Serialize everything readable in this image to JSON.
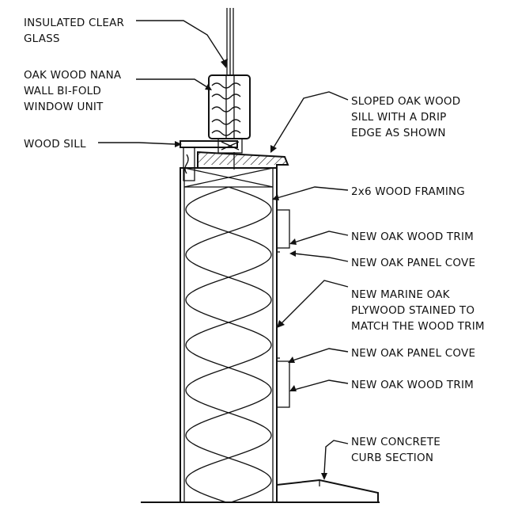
{
  "labels": {
    "glass": [
      "INSULATED CLEAR",
      "GLASS"
    ],
    "window_unit": [
      "OAK WOOD NANA",
      "WALL BI-FOLD",
      "WINDOW UNIT"
    ],
    "wood_sill": [
      "WOOD SILL"
    ],
    "sloped_sill": [
      "SLOPED OAK WOOD",
      "SILL WITH A DRIP",
      "EDGE AS SHOWN"
    ],
    "framing": [
      "2x6 WOOD FRAMING"
    ],
    "trim_upper": [
      "NEW OAK WOOD TRIM"
    ],
    "cove_upper": [
      "NEW OAK PANEL COVE"
    ],
    "plywood": [
      "NEW MARINE OAK",
      "PLYWOOD STAINED TO",
      "MATCH THE WOOD TRIM"
    ],
    "cove_lower": [
      "NEW OAK PANEL COVE"
    ],
    "trim_lower": [
      "NEW OAK WOOD TRIM"
    ],
    "curb": [
      "NEW CONCRETE",
      "CURB SECTION"
    ]
  },
  "colors": {
    "line": "#111111",
    "background": "#ffffff"
  }
}
